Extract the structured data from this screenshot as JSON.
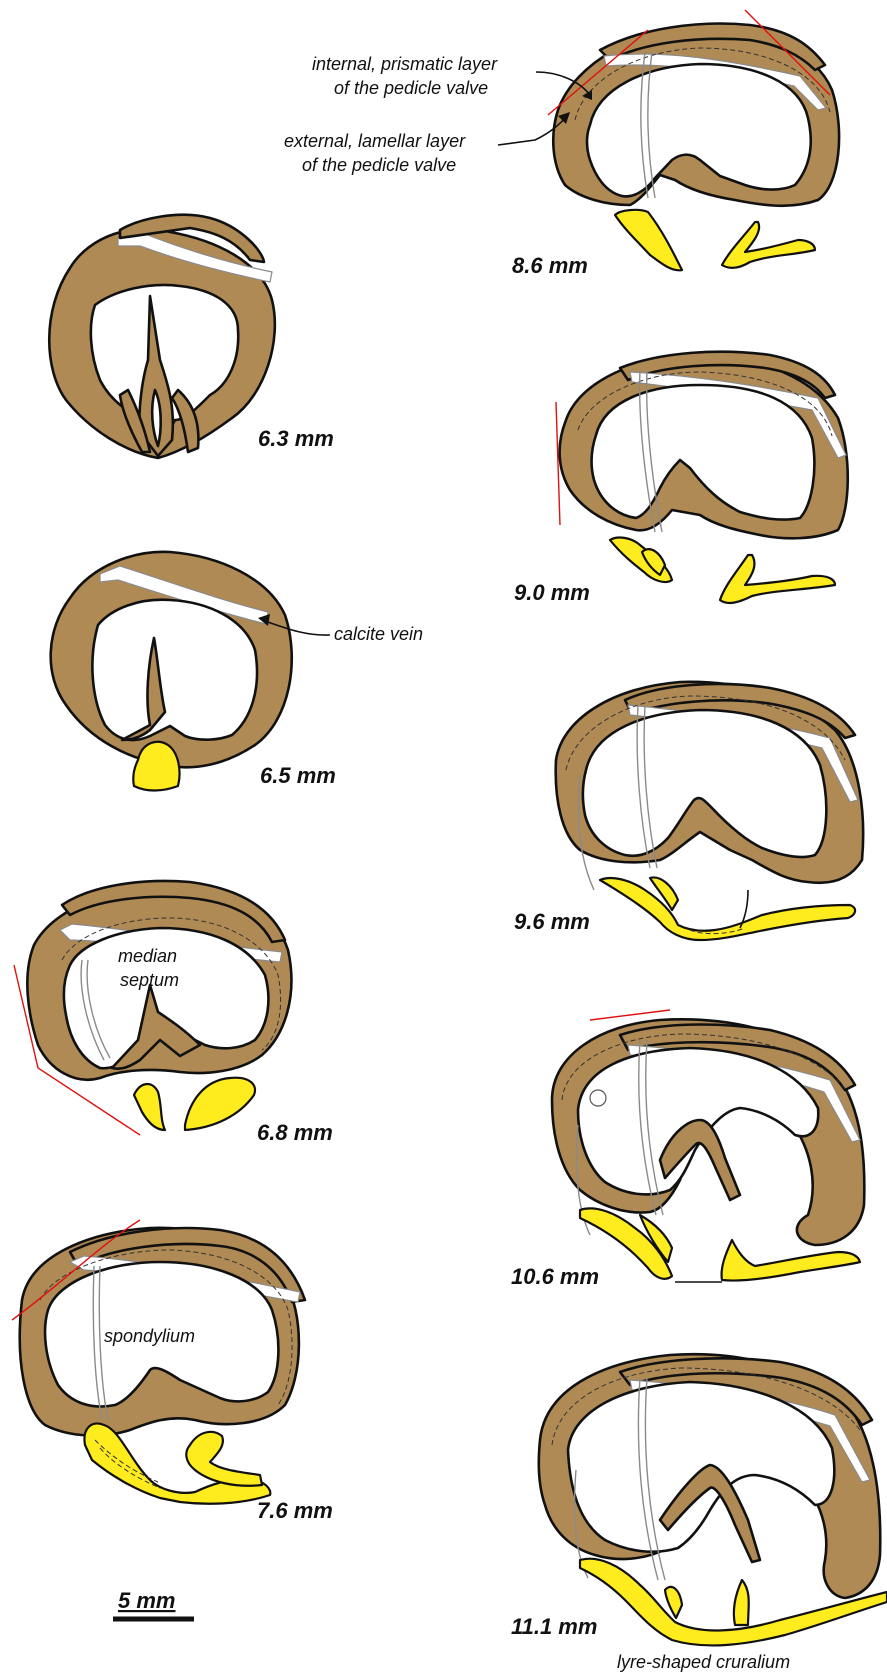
{
  "sections": [
    {
      "label": "6.3 mm"
    },
    {
      "label": "6.5 mm"
    },
    {
      "label": "6.8 mm"
    },
    {
      "label": "7.6 mm"
    },
    {
      "label": "8.6 mm"
    },
    {
      "label": "9.0 mm"
    },
    {
      "label": "9.6 mm"
    },
    {
      "label": "10.6 mm"
    },
    {
      "label": "11.1 mm"
    }
  ],
  "annotations": {
    "internal_layer_line1": "internal, prismatic layer",
    "internal_layer_line2": "of the pedicle valve",
    "external_layer_line1": "external, lamellar layer",
    "external_layer_line2": "of the pedicle valve",
    "calcite_vein": "calcite vein",
    "median_septum_line1": "median",
    "median_septum_line2": "septum",
    "spondylium": "spondylium",
    "cruralium": "lyre-shaped cruralium"
  },
  "scale_bar": {
    "label": "5 mm"
  },
  "colors": {
    "shell": "#b08a55",
    "crura": "#ffec1f",
    "reference_line": "#e01010",
    "vein": "#8a8a8a"
  }
}
